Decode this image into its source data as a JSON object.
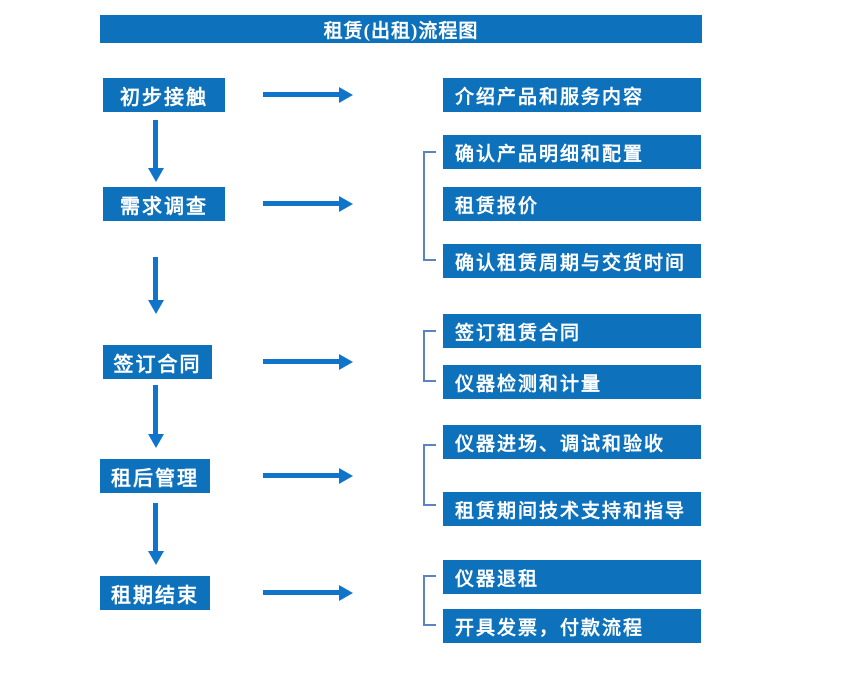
{
  "title": "租赁(出租)流程图",
  "colors": {
    "box_blue": "#0d71bc",
    "arrow_blue": "#1174cb",
    "bracket_blue": "#5b83c0",
    "text_white": "#ffffff"
  },
  "stages": [
    {
      "label": "初步接触",
      "details": [
        "介绍产品和服务内容"
      ]
    },
    {
      "label": "需求调查",
      "details": [
        "确认产品明细和配置",
        "租赁报价",
        "确认租赁周期与交货时间"
      ]
    },
    {
      "label": "签订合同",
      "details": [
        "签订租赁合同",
        "仪器检测和计量"
      ]
    },
    {
      "label": "租后管理",
      "details": [
        "仪器进场、调试和验收",
        "租赁期间技术支持和指导"
      ]
    },
    {
      "label": "租期结束",
      "details": [
        "仪器退租",
        "开具发票，付款流程"
      ]
    }
  ]
}
